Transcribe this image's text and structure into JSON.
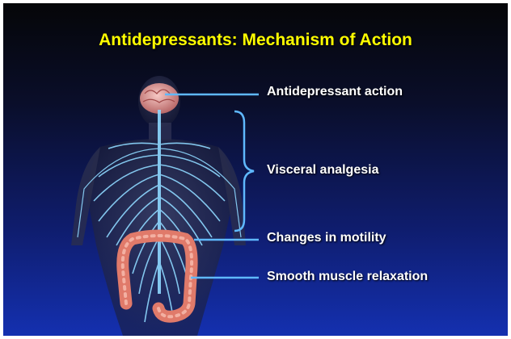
{
  "slide": {
    "title": "Antidepressants: Mechanism of Action",
    "labels": [
      "Antidepressant action",
      "Visceral analgesia",
      "Changes in motility",
      "Smooth muscle relaxation"
    ]
  },
  "colors": {
    "title": "#ffff00",
    "label": "#ffffff",
    "leader": "#5fb8ff",
    "nerves": "#8ed8ff",
    "brain": "#e8a0a0",
    "colon": "#e07a6a"
  },
  "icons": [
    "brain-icon",
    "spinal-nerves-illustration",
    "colon-icon",
    "curly-brace-icon"
  ]
}
